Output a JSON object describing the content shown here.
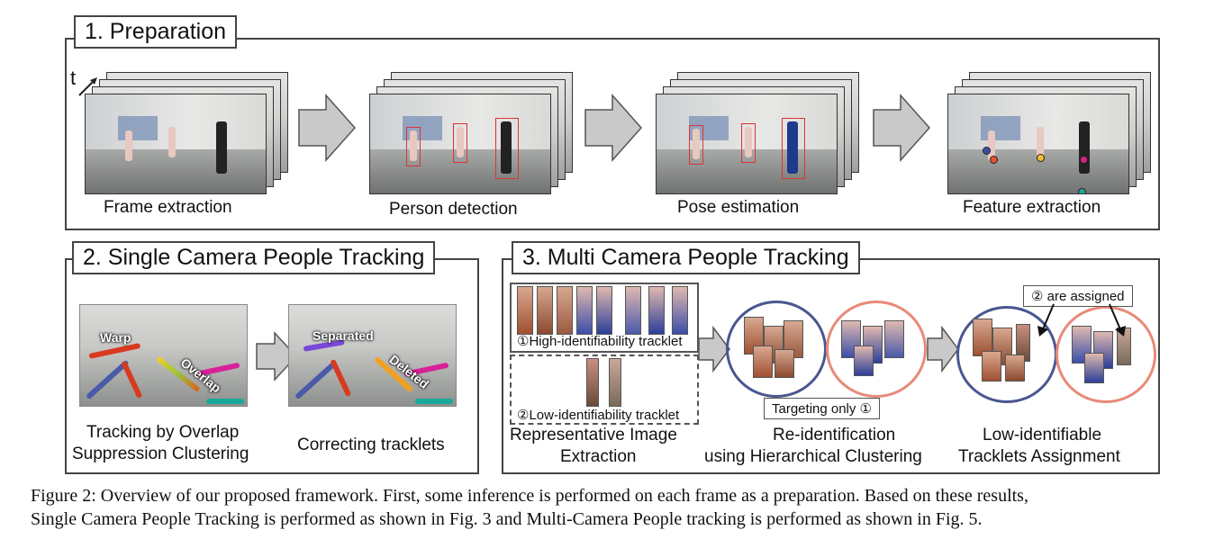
{
  "section1": {
    "title": "1. Preparation",
    "time_axis_label": "t",
    "steps": [
      "Frame extraction",
      "Person detection",
      "Pose estimation",
      "Feature extraction"
    ]
  },
  "section2": {
    "title": "2. Single Camera People Tracking",
    "left_scene_labels": [
      "Warp",
      "Overlap"
    ],
    "right_scene_labels": [
      "Separated",
      "Deleted"
    ],
    "left_caption": [
      "Tracking by Overlap",
      "Suppression Clustering"
    ],
    "right_caption": "Correcting tracklets"
  },
  "section3": {
    "title": "3. Multi Camera People Tracking",
    "high_tracklet_label": "①High-identifiability tracklet",
    "low_tracklet_label": "②Low-identifiability tracklet",
    "targeting_label": "Targeting only ①",
    "assigned_label": "② are assigned",
    "captions": {
      "representative": [
        "Representative  Image",
        "Extraction"
      ],
      "reid": [
        "Re-identification",
        "using Hierarchical Clustering"
      ],
      "assignment": [
        "Low-identifiable",
        "Tracklets Assignment"
      ]
    },
    "colors": {
      "cluster_a": "#4a5690",
      "cluster_b": "#e98a78"
    }
  },
  "caption": {
    "line1": "Figure 2: Overview of our proposed framework. First, some inference is performed on each frame as a preparation. Based on these results,",
    "line2": "Single Camera People Tracking is performed as shown in Fig. 3 and Multi-Camera People tracking is performed as shown in Fig. 5."
  }
}
